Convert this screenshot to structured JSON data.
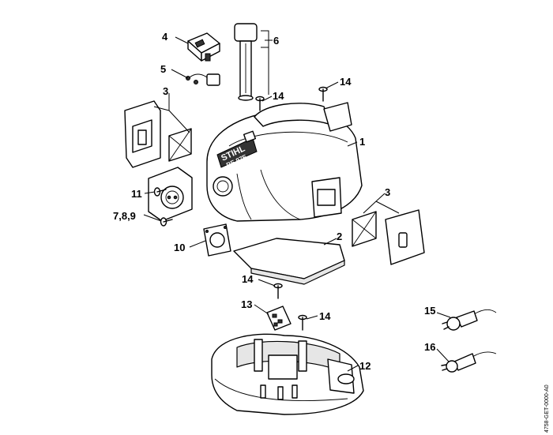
{
  "callouts": {
    "c1": "1",
    "c2": "2",
    "c3a": "3",
    "c3b": "3",
    "c4": "4",
    "c5": "5",
    "c6": "6",
    "c789": "7,8,9",
    "c10": "10",
    "c11": "11",
    "c12": "12",
    "c13": "13",
    "c14a": "14",
    "c14b": "14",
    "c14c": "14",
    "c14d": "14",
    "c15": "15",
    "c16": "16"
  },
  "housing_logo": {
    "brand": "STIHL",
    "model": "RE 97E"
  },
  "drawing_code": "4758-GET-0000-A0"
}
